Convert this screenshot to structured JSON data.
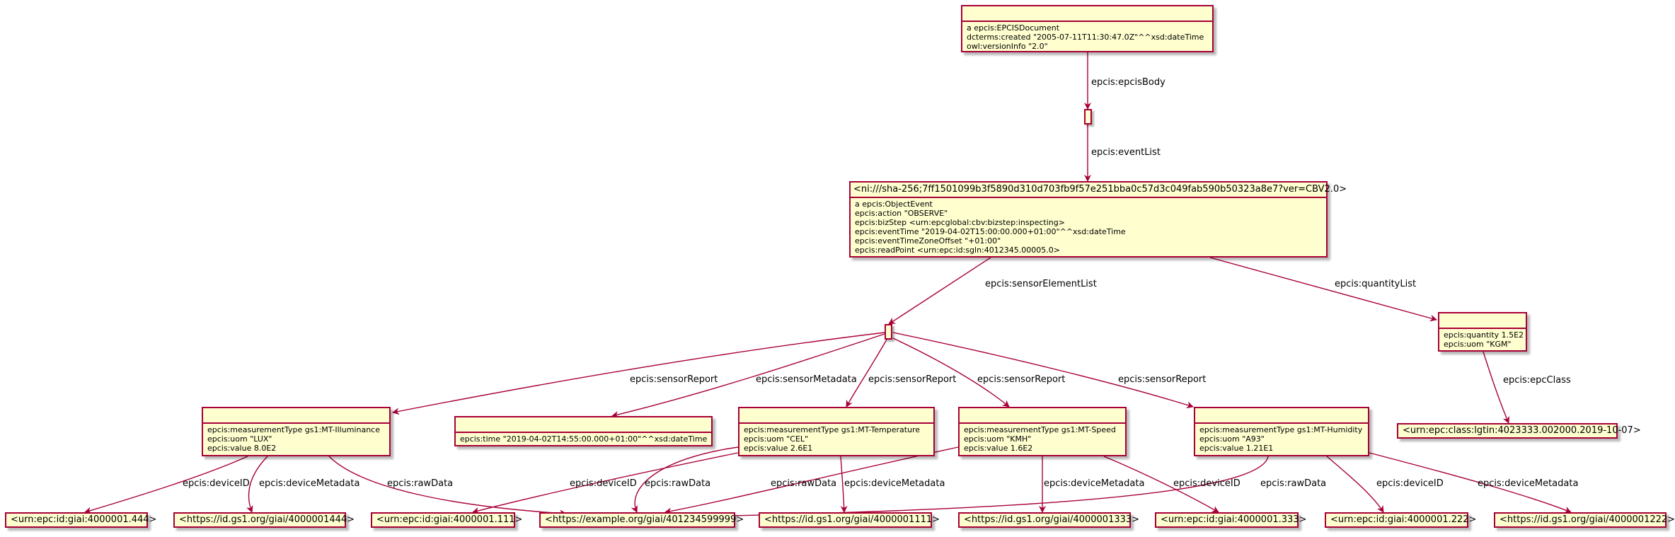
{
  "diagram": {
    "colors": {
      "node_fill": "#fefece",
      "node_border": "#a80036",
      "edge": "#a80036"
    },
    "doc": {
      "header": "",
      "lines": [
        "a epcis:EPCISDocument",
        "dcterms:created \"2005-07-11T11:30:47.0Z\"^^xsd:dateTime",
        "owl:versionInfo \"2.0\""
      ]
    },
    "event": {
      "header": "<ni:///sha-256;7ff1501099b3f5890d310d703fb9f57e251bba0c57d3c049fab590b50323a8e7?ver=CBV2.0>",
      "lines": [
        "a epcis:ObjectEvent",
        "epcis:action \"OBSERVE\"",
        "epcis:bizStep <urn:epcglobal:cbv:bizstep:inspecting>",
        "epcis:eventTime \"2019-04-02T15:00:00.000+01:00\"^^xsd:dateTime",
        "epcis:eventTimeZoneOffset \"+01:00\"",
        "epcis:readPoint <urn:epc:id:sgln:4012345.00005.0>"
      ]
    },
    "quantity": {
      "header": "",
      "lines": [
        "epcis:quantity 1.5E2",
        "epcis:uom \"KGM\""
      ]
    },
    "metadata": {
      "header": "",
      "lines": [
        "epcis:time \"2019-04-02T14:55:00.000+01:00\"^^xsd:dateTime"
      ]
    },
    "illum": {
      "header": "",
      "lines": [
        "epcis:measurementType gs1:MT-Illuminance",
        "epcis:uom \"LUX\"",
        "epcis:value 8.0E2"
      ]
    },
    "temp": {
      "header": "",
      "lines": [
        "epcis:measurementType gs1:MT-Temperature",
        "epcis:uom \"CEL\"",
        "epcis:value 2.6E1"
      ]
    },
    "speed": {
      "header": "",
      "lines": [
        "epcis:measurementType gs1:MT-Speed",
        "epcis:uom \"KMH\"",
        "epcis:value 1.6E2"
      ]
    },
    "humid": {
      "header": "",
      "lines": [
        "epcis:measurementType gs1:MT-Humidity",
        "epcis:uom \"A93\"",
        "epcis:value 1.21E1"
      ]
    },
    "leaves": {
      "epcclass": "<urn:epc:class:lgtin:4023333.002000.2019-10-07>",
      "giai444": "<urn:epc:id:giai:4000001.444>",
      "gs1_444": "<https://id.gs1.org/giai/4000001444>",
      "giai111": "<urn:epc:id:giai:4000001.111>",
      "rawdata": "<https://example.org/giai/401234599999>",
      "gs1_111": "<https://id.gs1.org/giai/4000001111>",
      "gs1_333": "<https://id.gs1.org/giai/4000001333>",
      "giai333": "<urn:epc:id:giai:4000001.333>",
      "giai222": "<urn:epc:id:giai:4000001.222>",
      "gs1_222": "<https://id.gs1.org/giai/4000001222>"
    },
    "edge_labels": {
      "epcisBody": "epcis:epcisBody",
      "eventList": "epcis:eventList",
      "sensorElementList": "epcis:sensorElementList",
      "quantityList": "epcis:quantityList",
      "epcClass": "epcis:epcClass",
      "sensorReport": "epcis:sensorReport",
      "sensorMetadata": "epcis:sensorMetadata",
      "deviceID": "epcis:deviceID",
      "deviceMetadata": "epcis:deviceMetadata",
      "rawData": "epcis:rawData"
    }
  }
}
